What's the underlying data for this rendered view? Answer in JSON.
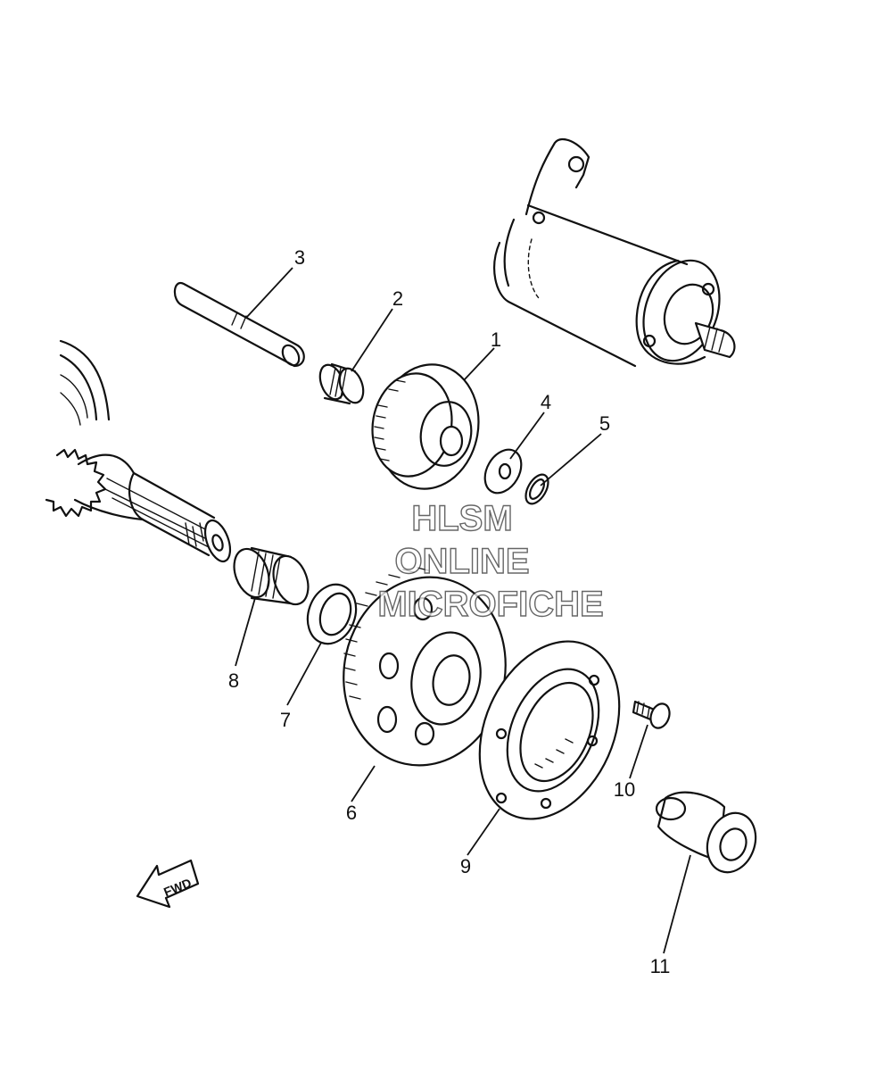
{
  "watermark": {
    "line1": "HLSM",
    "line2": "ONLINE",
    "line3": "MICROFICHE"
  },
  "direction_label": "FWD",
  "callouts": [
    "1",
    "2",
    "3",
    "4",
    "5",
    "6",
    "7",
    "8",
    "9",
    "10",
    "11"
  ]
}
